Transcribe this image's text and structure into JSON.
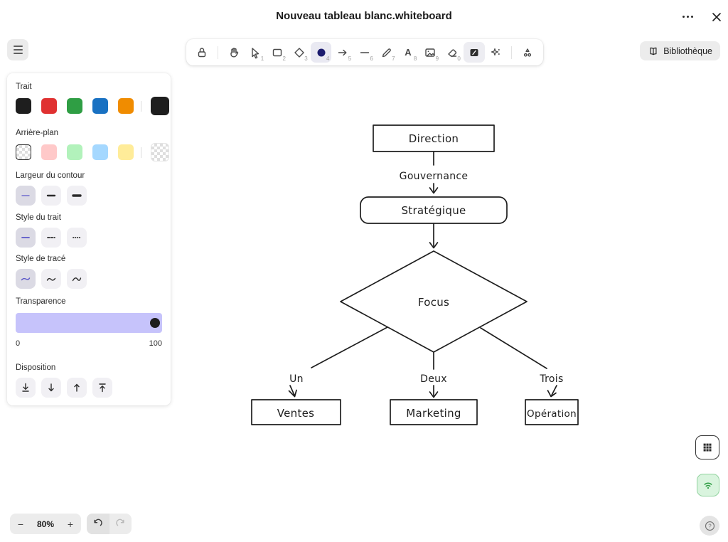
{
  "header": {
    "title": "Nouveau tableau blanc.whiteboard"
  },
  "toolbar": {
    "tools": [
      {
        "name": "lock",
        "key": ""
      },
      {
        "name": "hand",
        "key": ""
      },
      {
        "name": "selection",
        "key": "1"
      },
      {
        "name": "rectangle",
        "key": "2"
      },
      {
        "name": "diamond",
        "key": "3"
      },
      {
        "name": "ellipse",
        "key": "4",
        "selected": true
      },
      {
        "name": "arrow",
        "key": "5"
      },
      {
        "name": "line",
        "key": "6"
      },
      {
        "name": "draw",
        "key": "7"
      },
      {
        "name": "text",
        "key": "8"
      },
      {
        "name": "image",
        "key": "9"
      },
      {
        "name": "eraser",
        "key": "0"
      },
      {
        "name": "frame",
        "key": ""
      },
      {
        "name": "more-tools",
        "key": ""
      },
      {
        "name": "diagram",
        "key": ""
      }
    ]
  },
  "library": {
    "label": "Bibliothèque"
  },
  "panel": {
    "stroke": {
      "label": "Trait",
      "colors": [
        "#1e1e1e",
        "#e03131",
        "#2f9e44",
        "#1971c2",
        "#f08c00"
      ],
      "current": "#1e1e1e"
    },
    "background": {
      "label": "Arrière-plan",
      "colors": [
        "transparent",
        "#ffc9c9",
        "#b2f2bb",
        "#a5d8ff",
        "#ffec99"
      ],
      "current": "transparent",
      "selected_index": 0
    },
    "stroke_width": {
      "label": "Largeur du contour",
      "options": [
        "thin",
        "bold",
        "extra-bold"
      ],
      "selected": "thin"
    },
    "stroke_style": {
      "label": "Style du trait",
      "options": [
        "solid",
        "dashed",
        "dotted"
      ],
      "selected": "solid"
    },
    "sloppiness": {
      "label": "Style de tracé",
      "options": [
        "architect",
        "artist",
        "cartoonist"
      ],
      "selected": "architect"
    },
    "transparency": {
      "label": "Transparence",
      "min_label": "0",
      "max_label": "100",
      "value": 100,
      "track_color": "#c6c3fb"
    },
    "layers": {
      "label": "Disposition",
      "options": [
        "send-to-back",
        "send-backward",
        "bring-forward",
        "bring-to-front"
      ]
    }
  },
  "canvas": {
    "flowchart": {
      "type": "flowchart",
      "nodes": [
        {
          "id": "direction",
          "label": "Direction",
          "shape": "rectangle"
        },
        {
          "id": "strategique",
          "label": "Stratégique",
          "shape": "rounded-rectangle"
        },
        {
          "id": "focus",
          "label": "Focus",
          "shape": "diamond"
        },
        {
          "id": "ventes",
          "label": "Ventes",
          "shape": "rectangle"
        },
        {
          "id": "marketing",
          "label": "Marketing",
          "shape": "rectangle"
        },
        {
          "id": "operation",
          "label": "Opération",
          "shape": "rectangle"
        }
      ],
      "edges": [
        {
          "from": "direction",
          "to": "strategique",
          "label": "Gouvernance"
        },
        {
          "from": "strategique",
          "to": "focus",
          "label": ""
        },
        {
          "from": "focus",
          "to": "ventes",
          "label": "Un"
        },
        {
          "from": "focus",
          "to": "marketing",
          "label": "Deux"
        },
        {
          "from": "focus",
          "to": "operation",
          "label": "Trois"
        }
      ]
    }
  },
  "footer": {
    "zoom_level": "80%"
  },
  "colors": {
    "selected_tool_fill": "#1b1b6e",
    "connection_green": "#2f9e44"
  }
}
